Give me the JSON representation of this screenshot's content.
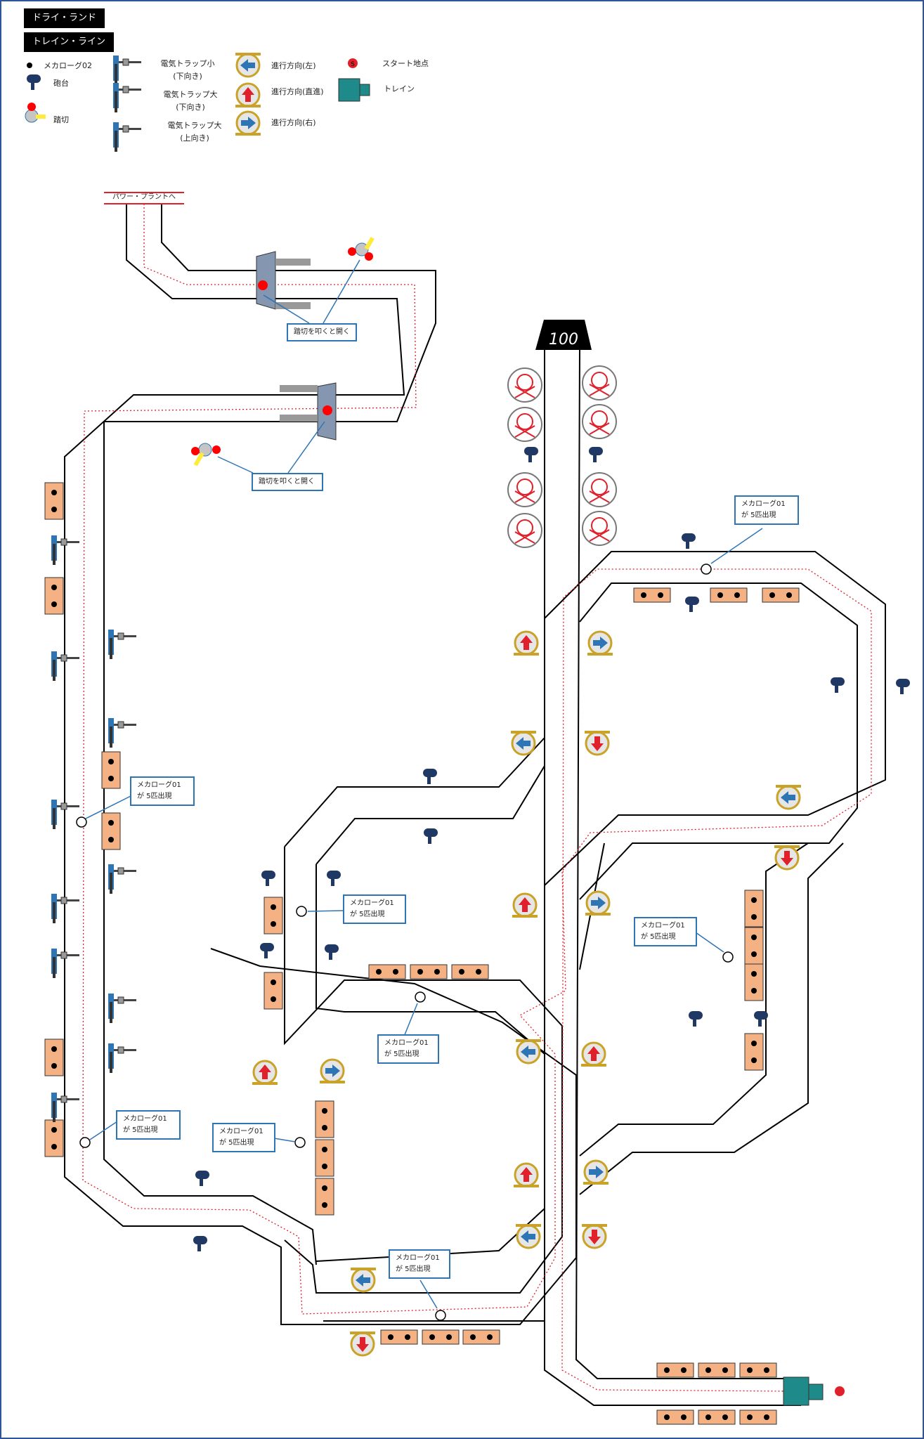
{
  "titles": {
    "area": "ドライ・ランド",
    "line": "トレイン・ライン"
  },
  "legend": {
    "mecha": "メカローグ02",
    "cannon": "砲台",
    "crossing": "踏切",
    "trap_small": [
      "電気トラップ小",
      "(下向き)"
    ],
    "trap_big_down": [
      "電気トラップ大",
      "(下向き)"
    ],
    "trap_big_up": [
      "電気トラップ大",
      "(上向き)"
    ],
    "dir_left": "進行方向(左)",
    "dir_straight": "進行方向(直進)",
    "dir_right": "進行方向(右)",
    "start": "スタート地点",
    "start_mark": "S",
    "train": "トレイン"
  },
  "powerplant": "パワー・プラントへ",
  "gate_sign": "100",
  "callouts": {
    "crossing_1": "踏切を叩くと開く",
    "crossing_2": "踏切を叩くと開く",
    "spawn": "メカローグ01が 5匹出現"
  },
  "colors": {
    "frame": "#2f5597",
    "track": "#000000",
    "route": "#e0202a",
    "box_fill": "#f4b183",
    "callout_border": "#2e75b6",
    "cannon": "#1f3864"
  }
}
